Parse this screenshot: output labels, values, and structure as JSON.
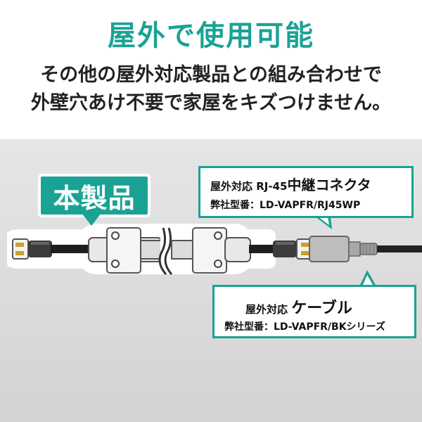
{
  "headline": "屋外で使用可能",
  "subline": {
    "line1": "その他の屋外対応製品との組み合わせで",
    "line2": "外壁穴あけ不要で家屋をキズつけません。"
  },
  "badge": {
    "label": "本製品"
  },
  "callout_connector": {
    "prefix": "屋外対応 RJ-45",
    "name": "中継コネクタ",
    "model_label": "弊社型番：",
    "model": "LD-VAPFR/RJ45WP"
  },
  "callout_cable": {
    "prefix": "屋外対応",
    "name": "ケーブル",
    "model_label": "弊社型番：",
    "model": "LD-VAPFR/BKシリーズ"
  },
  "colors": {
    "accent": "#1aa394",
    "text": "#222222",
    "background": "#ffffff",
    "band": "#dcdcdc"
  }
}
